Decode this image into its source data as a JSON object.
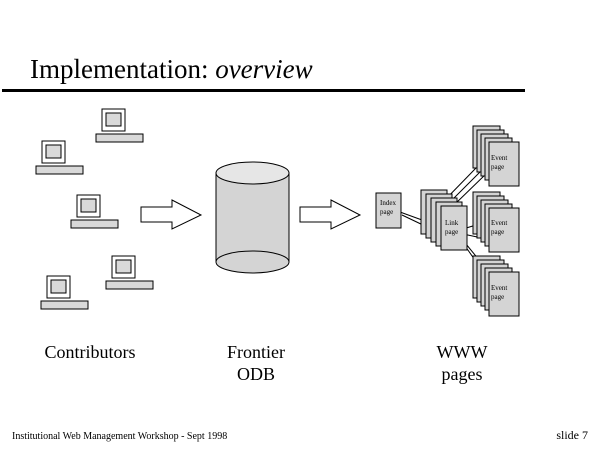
{
  "slide": {
    "title_main": "Implementation: ",
    "title_sub": "overview",
    "footer_left": "Institutional Web Management Workshop - Sept 1998",
    "footer_right": "slide 7"
  },
  "diagram": {
    "stages": [
      {
        "line1": "Contributors"
      },
      {
        "line1": "Frontier",
        "line2": "ODB"
      },
      {
        "line1": "WWW",
        "line2": "pages"
      }
    ],
    "index_page": {
      "line1": "Index",
      "line2": "page"
    },
    "link_page": {
      "line1": "Link",
      "line2": "page"
    },
    "event_pages": [
      {
        "line1": "Event",
        "line2": "page"
      },
      {
        "line1": "Event",
        "line2": "page"
      },
      {
        "line1": "Event",
        "line2": "page"
      }
    ]
  }
}
